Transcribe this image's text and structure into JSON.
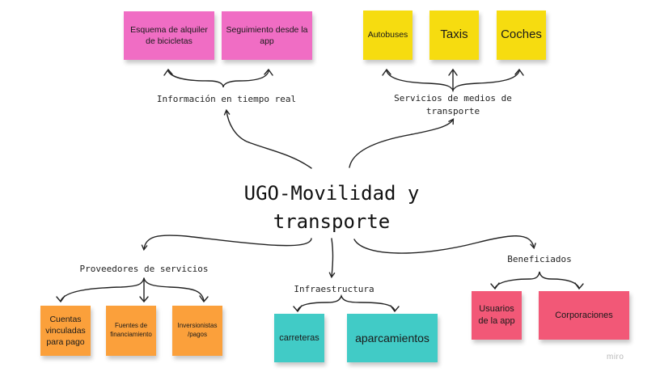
{
  "title": {
    "line1": "UGO-Movilidad y",
    "line2": "transporte"
  },
  "branches": {
    "realtime": {
      "label": "Información en tiempo real",
      "notes": [
        "Esquema de alquiler de bicicletas",
        "Seguimiento desde la app"
      ]
    },
    "transport": {
      "label_line1": "Servicios de medios de",
      "label_line2": "transporte",
      "notes": [
        "Autobuses",
        "Taxis",
        "Coches"
      ]
    },
    "providers": {
      "label": "Proveedores de servicios",
      "notes": [
        "Cuentas vinculadas para pago",
        "Fuentes de financiamiento",
        "Inversionistas /pagos"
      ]
    },
    "infra": {
      "label": "Infraestructura",
      "notes": [
        "carreteras",
        "aparcamientos"
      ]
    },
    "beneficiaries": {
      "label": "Beneficiados",
      "notes": [
        "Usuarios de la app",
        "Corporaciones"
      ]
    }
  },
  "colors": {
    "pink": "#f06dc4",
    "yellow": "#f6dc10",
    "orange": "#fba03b",
    "teal": "#41cbc6",
    "red": "#f25877"
  },
  "watermark": "miro"
}
